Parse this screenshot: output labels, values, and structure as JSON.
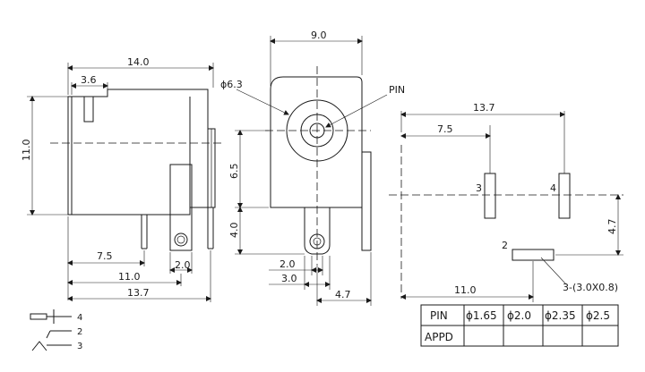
{
  "side_view": {
    "width_total": "14.0",
    "pin_offset_top": "3.6",
    "height": "11.0",
    "pin_dist_1": "7.5",
    "pin_width": "2.0",
    "pin_dist_2": "11.0",
    "pin_dist_3": "13.7"
  },
  "front_view": {
    "width": "9.0",
    "diameter": "ϕ6.3",
    "pin_label": "PIN",
    "center_height": "6.5",
    "pin_height": "4.0",
    "pin_width": "2.0",
    "pin_length": "3.0",
    "offset": "4.7"
  },
  "footprint": {
    "span_total": "13.7",
    "span_inner": "7.5",
    "pad3": "3",
    "pad4": "4",
    "pad2": "2",
    "vertical": "4.7",
    "horizontal": "11.0",
    "slot_note": "3-(3.0X0.8)"
  },
  "schematic": {
    "pin4": "4",
    "pin2": "2",
    "pin3": "3"
  },
  "table": {
    "row1_header": "PIN",
    "row2_header": "APPD",
    "cols": [
      "ϕ1.65",
      "ϕ2.0",
      "ϕ2.35",
      "ϕ2.5"
    ]
  }
}
